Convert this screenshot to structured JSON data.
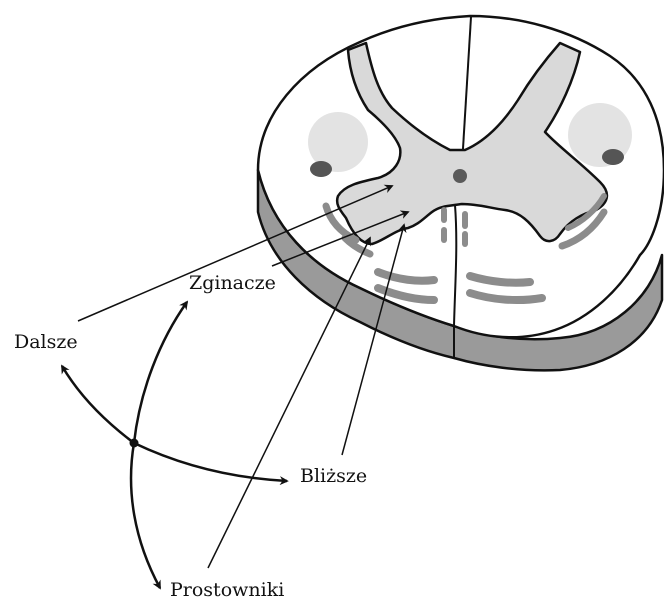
{
  "labels": {
    "flexors": "Zginacze",
    "distal": "Dalsze",
    "proximal": "Bliższe",
    "extensors": "Prostowniki"
  },
  "colors": {
    "white_matter": "#ffffff",
    "gray_matter": "#d9d9d9",
    "cut_side": "#9a9a9a",
    "motor_columns": "#8c8c8c",
    "light_tract": "#e3e3e3",
    "outline": "#111111",
    "background": "#ffffff"
  }
}
